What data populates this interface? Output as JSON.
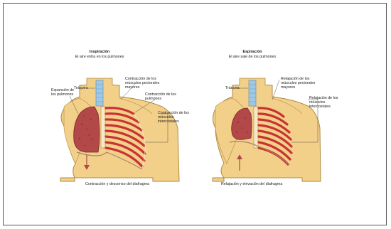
{
  "inspiration": {
    "title": "Inspiración",
    "subtitle": "El aire entra en los pulmones",
    "labels": {
      "lungs": "Expansión de los pulmones",
      "trachea": "Tráquea",
      "contraction_muscles": "Contracción de los músculos pectorales mayores",
      "ribs_contraction": "Contracción de los pulmones",
      "intercostal": "Contracción de los músculos intercostales",
      "diaphragm": "Contracción y descenso del diafragma"
    }
  },
  "expiration": {
    "title": "Espiración",
    "subtitle": "El aire sale de los pulmones",
    "labels": {
      "trachea": "Tráquea",
      "relaxation_muscles": "Relajación de los músculos pectorales mayores",
      "intercostal": "Relajación de los músculos intercostales",
      "diaphragm": "Relajación y elevación del diafragma"
    }
  },
  "colors": {
    "skin": "#f2d08a",
    "skin_outline": "#b08a40",
    "lung": "#b24848",
    "lung_dark": "#7a2a2a",
    "rib": "#c83232",
    "trachea": "#9fc8e6",
    "diaphragm": "#e8b8a0"
  }
}
